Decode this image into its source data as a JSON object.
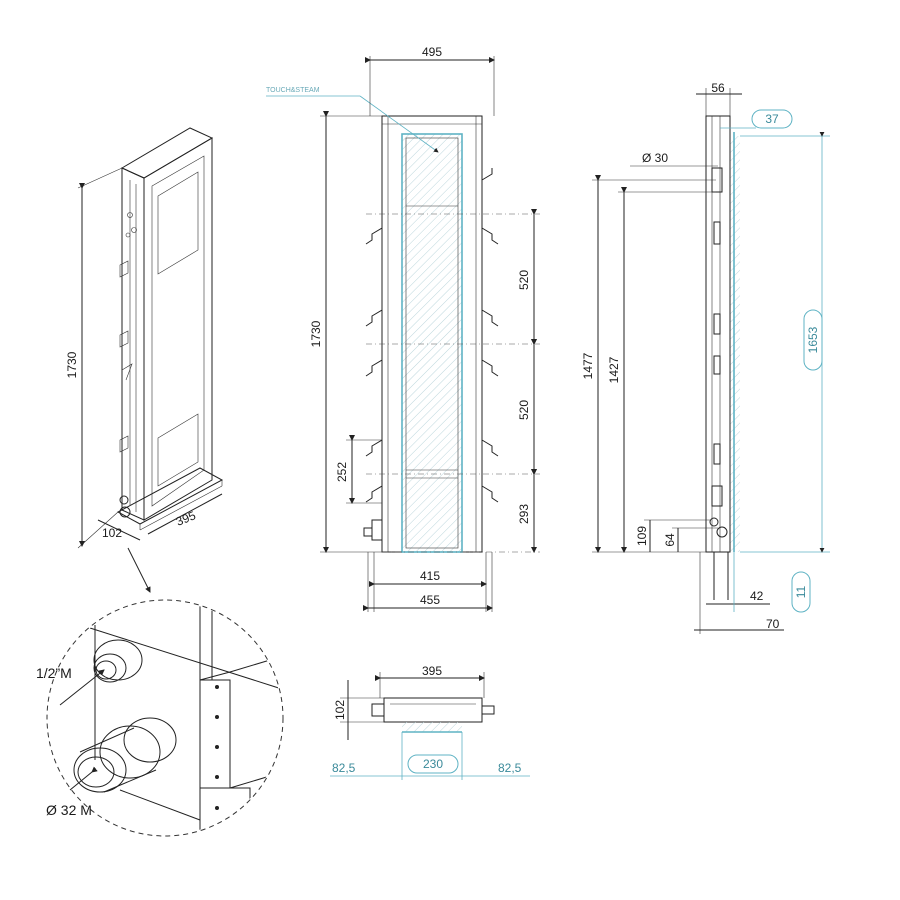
{
  "iso_view": {
    "height": "1730",
    "depth": "102",
    "width": "395"
  },
  "detail": {
    "small_fitting": "1/2”M",
    "large_fitting": "Ø 32 M"
  },
  "front_view": {
    "label": "TOUCH&STEAM",
    "top_width": "495",
    "height": "1730",
    "seg_upper": "520",
    "seg_middle": "520",
    "seg_lower": "293",
    "bracket": "252",
    "inner_width": "415",
    "outer_width": "455"
  },
  "side_view": {
    "top": "56",
    "top_blue": "37",
    "diameter": "Ø 30",
    "h1": "1477",
    "h2": "1427",
    "h_blue": "1653",
    "h3": "109",
    "h4": "64",
    "b1": "42",
    "b_blue": "11",
    "b2": "70"
  },
  "top_view": {
    "width": "395",
    "depth": "102",
    "left_blue": "82,5",
    "center_blue": "230",
    "right_blue": "82,5"
  }
}
